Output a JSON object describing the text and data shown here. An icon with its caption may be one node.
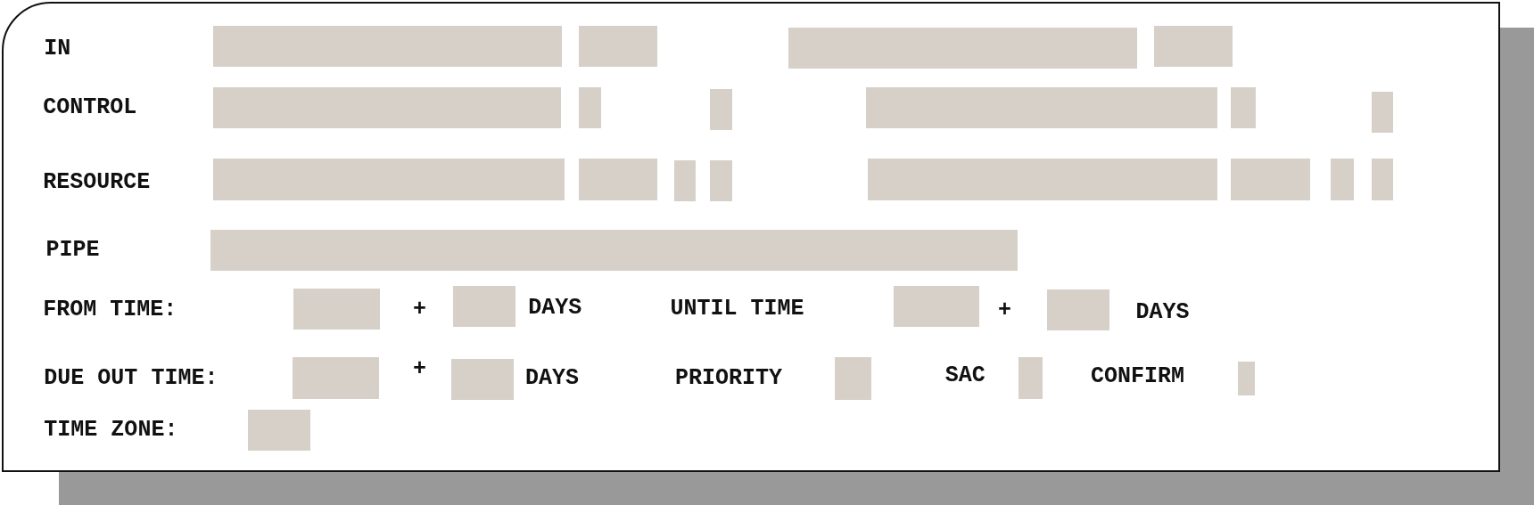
{
  "diagram": {
    "labels": [
      "IN",
      "CONTROL",
      "RESOURCE",
      "PIPE",
      "FROM TIME:",
      "+",
      "DAYS",
      "UNTIL TIME",
      "+",
      "DAYS",
      "DUE OUT TIME:",
      "+",
      "DAYS",
      "PRIORITY",
      "SAC",
      "CONFIRM",
      "TIME ZONE:"
    ]
  }
}
